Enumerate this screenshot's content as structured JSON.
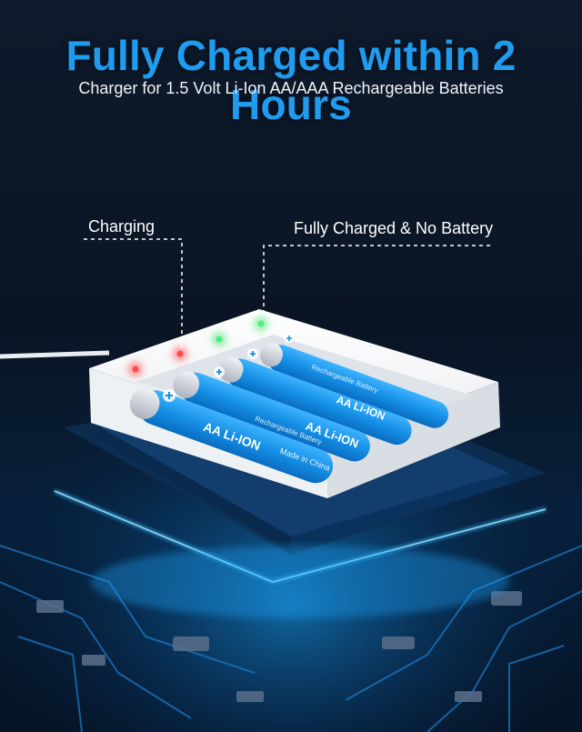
{
  "headline": "Fully Charged within 2 Hours",
  "subline": "Charger for 1.5 Volt Li-Ion AA/AAA Rechargeable Batteries",
  "callouts": {
    "charging": "Charging",
    "full": "Fully Charged & No Battery"
  },
  "colors": {
    "accent": "#1f9bf0",
    "battery_blue": "#1590e6",
    "led_red": "#ff2a2a",
    "led_green": "#29e05c",
    "glow": "#1aa8ff"
  },
  "battery": {
    "brand": "AA Li-ION",
    "note": "Rechargeable Battery",
    "origin": "Made in China"
  },
  "icons": [
    "plus-icon",
    "red-led-icon",
    "green-led-icon"
  ]
}
